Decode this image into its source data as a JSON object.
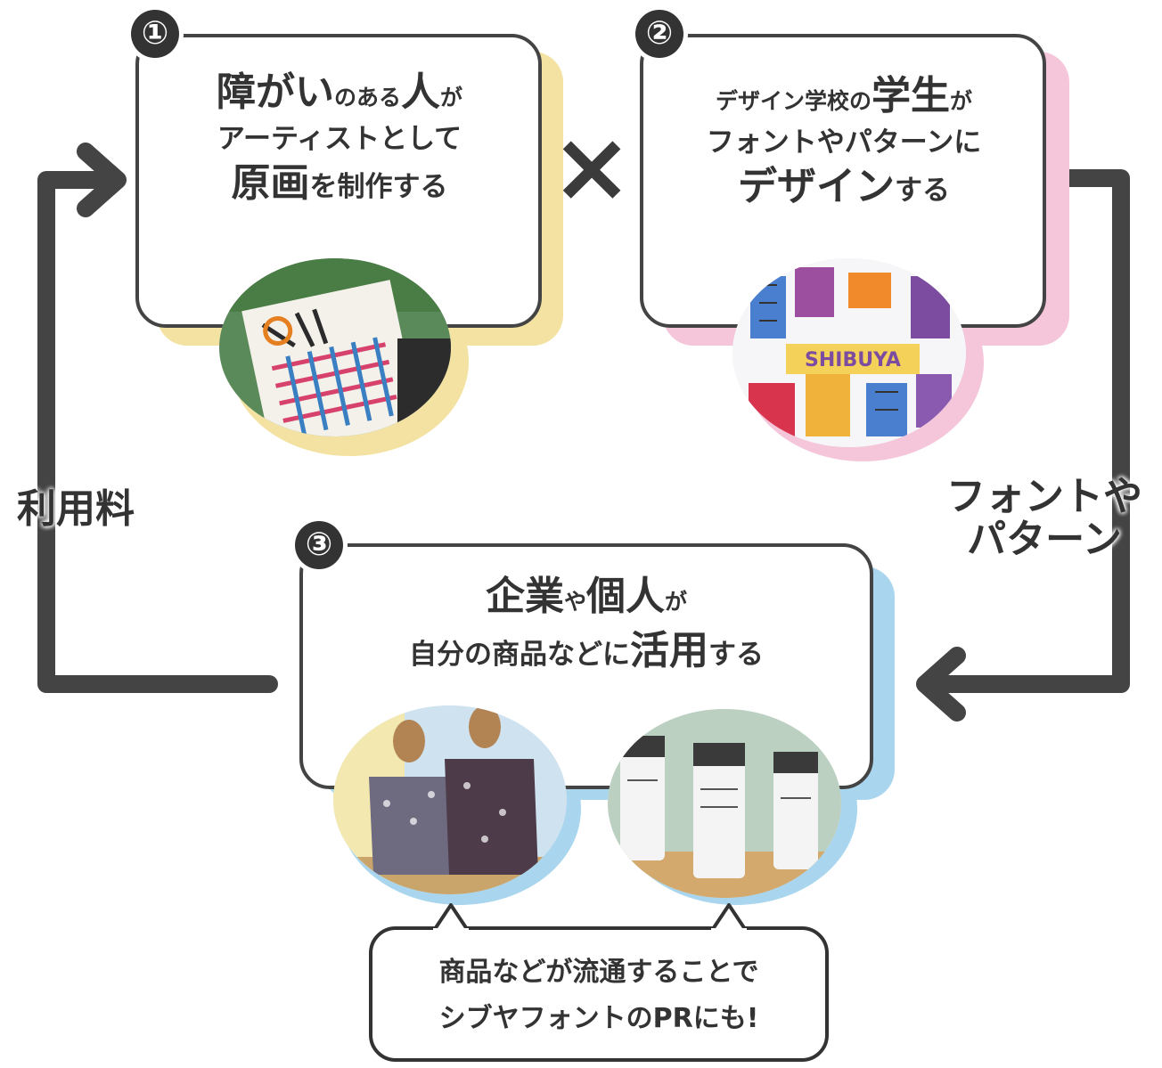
{
  "colors": {
    "ink": "#333333",
    "yellow": "#f3e2a1",
    "pink": "#f5c6d9",
    "blue": "#a9d6ee",
    "arrow": "#444444"
  },
  "step1": {
    "number": "①",
    "line1_big1": "障がい",
    "line1_small": "のある",
    "line1_big2": "人",
    "line1_small2": "が",
    "line2": "アーティストとして",
    "line3_big": "原画",
    "line3_small": "を制作する",
    "image_icon": "artwork-photo"
  },
  "cross": "×",
  "step2": {
    "number": "②",
    "line1_small": "デザイン学校の",
    "line1_big": "学生",
    "line1_small2": "が",
    "line2": "フォントやパターンに",
    "line3_big": "デザイン",
    "line3_small": "する",
    "image_icon": "pattern-photo",
    "image_text": "SHIBUYA"
  },
  "step3": {
    "number": "③",
    "line1_big1": "企業",
    "line1_small": "や",
    "line1_big2": "個人",
    "line1_small2": "が",
    "line2_small": "自分の商品などに",
    "line2_big": "活用",
    "line2_small2": "する",
    "image1_icon": "shirts-photo",
    "image2_icon": "tumblers-photo"
  },
  "label_left": "利用料",
  "label_right_line1": "フォントや",
  "label_right_line2": "パターン",
  "bubble": {
    "line1": "商品などが流通することで",
    "line2": "シブヤフォントのPRにも!"
  }
}
